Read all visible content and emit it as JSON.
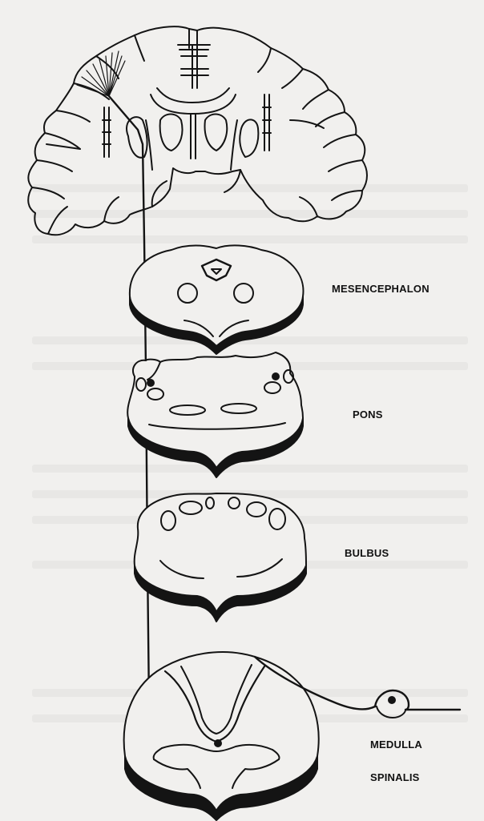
{
  "labels": {
    "mesencephalon": "MESENCEPHALON",
    "pons": "PONS",
    "bulbus": "BULBUS",
    "medulla": "MEDULLA",
    "spinalis": "SPINALIS"
  },
  "colors": {
    "ink": "#141414",
    "paper": "#f1f0ee"
  }
}
